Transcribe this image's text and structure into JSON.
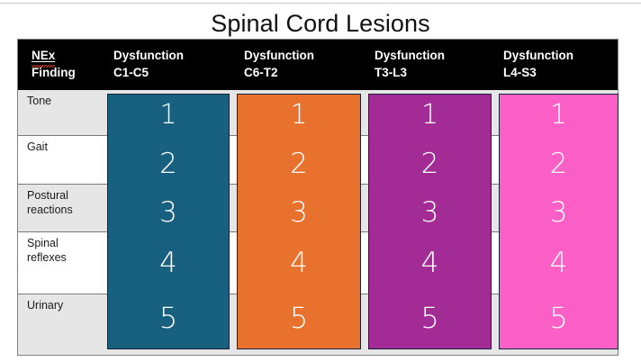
{
  "slide": {
    "title": "Spinal Cord Lesions"
  },
  "table": {
    "header": [
      {
        "line1": "NEx",
        "line2": "Finding",
        "spellcheck_error": true
      },
      {
        "line1": "Dysfunction",
        "line2": "C1-C5",
        "spellcheck_error": false
      },
      {
        "line1": "Dysfunction",
        "line2": "C6-T2",
        "spellcheck_error": false
      },
      {
        "line1": "Dysfunction",
        "line2": "T3-L3",
        "spellcheck_error": false
      },
      {
        "line1": "Dysfunction",
        "line2": "L4-S3",
        "spellcheck_error": false
      }
    ],
    "rows": [
      {
        "label": "Tone",
        "shaded": true
      },
      {
        "label": "Gait",
        "shaded": false
      },
      {
        "label": "Postural\nreactions",
        "shaded": true
      },
      {
        "label": "Spinal\nreflexes",
        "shaded": false
      },
      {
        "label": "Urinary",
        "shaded": true
      }
    ],
    "columns": [
      {
        "name": "C1-C5",
        "color": "#17607f",
        "numbers": [
          "1",
          "2",
          "3",
          "4",
          "5"
        ]
      },
      {
        "name": "C6-T2",
        "color": "#e8712d",
        "numbers": [
          "1",
          "2",
          "3",
          "4",
          "5"
        ]
      },
      {
        "name": "T3-L3",
        "color": "#a32b96",
        "numbers": [
          "1",
          "2",
          "3",
          "4",
          "5"
        ]
      },
      {
        "name": "L4-S3",
        "color": "#fc5fc6",
        "numbers": [
          "1",
          "2",
          "3",
          "4",
          "5"
        ]
      }
    ],
    "colors": {
      "header_bg": "#000000",
      "header_text": "#ffffff",
      "row_shade": "#e6e6e6",
      "row_plain": "#ffffff",
      "grid_line": "#7a7a7a",
      "table_border": "#808080",
      "number_text": "#ffffff",
      "spellcheck_underline": "#e03b24"
    }
  }
}
